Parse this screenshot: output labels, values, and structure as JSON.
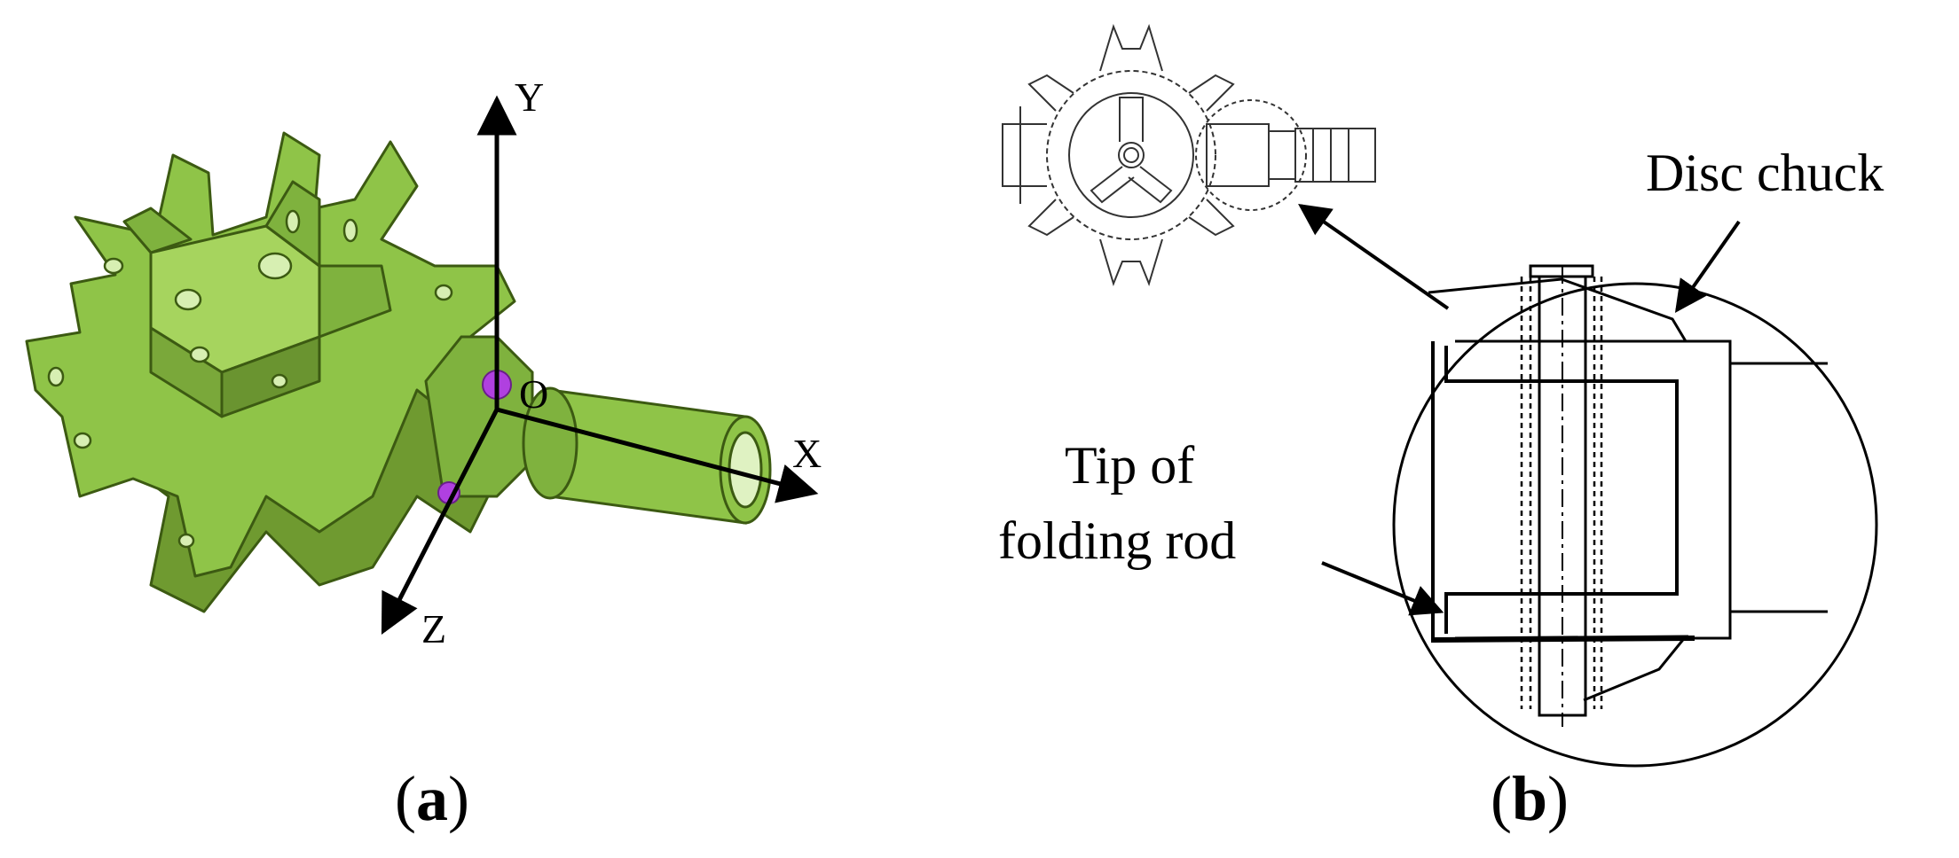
{
  "panel_a": {
    "label_open": "(",
    "label_letter": "a",
    "label_close": ")",
    "axes": {
      "y": "Y",
      "x": "X",
      "z": "Z",
      "origin": "O"
    },
    "colors": {
      "part_fill": "#8fc448",
      "part_shade": "#6f9a30",
      "part_edge": "#3c5a12",
      "joint": "#b040e0"
    }
  },
  "panel_b": {
    "label_open": "(",
    "label_letter": "b",
    "label_close": ")",
    "callouts": {
      "disc_chuck": "Disc chuck",
      "tip_line1": "Tip of",
      "tip_line2": "folding rod"
    }
  }
}
